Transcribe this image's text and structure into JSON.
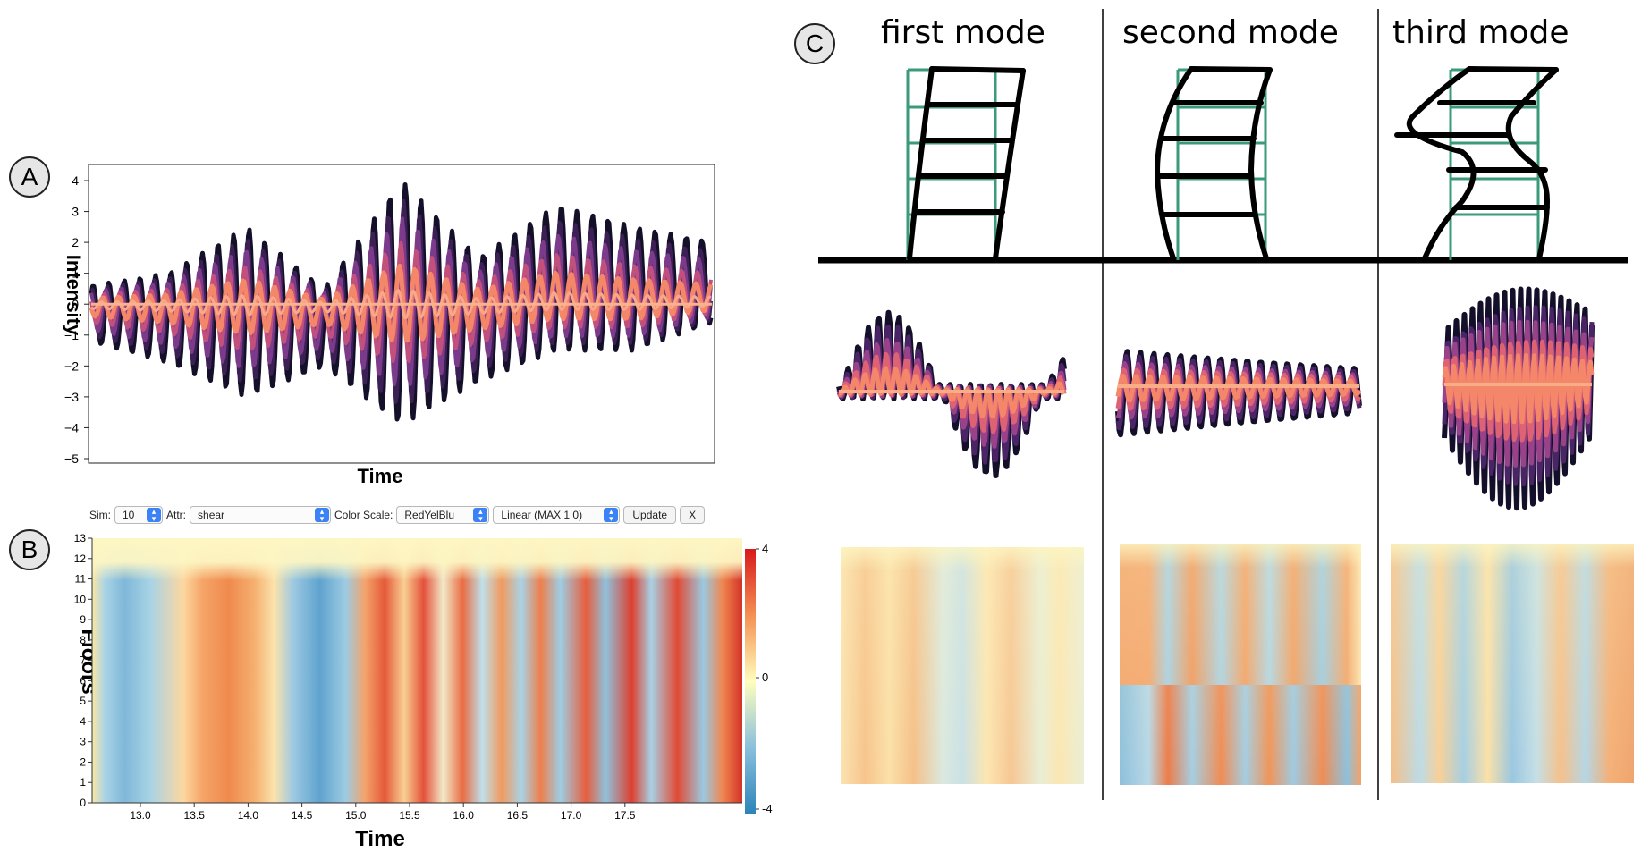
{
  "panels": {
    "a_label": "A",
    "b_label": "B",
    "c_label": "C"
  },
  "toolbar": {
    "sim_label": "Sim:",
    "sim_value": "10",
    "attr_label": "Attr:",
    "attr_value": "shear",
    "color_scale_label": "Color Scale:",
    "color_scale_value": "RedYelBlu",
    "scale_mode_value": "Linear (MAX 1 0)",
    "update_label": "Update",
    "close_label": "X"
  },
  "modes": {
    "first": "first mode",
    "second": "second mode",
    "third": "third mode"
  },
  "colors": {
    "frame_green": "#3a9a7a",
    "wave_dark": "#1a1030",
    "wave_mid": "#7b3a8a",
    "wave_light": "#f4866a",
    "heat_red": "#d7301f",
    "heat_yellow": "#fdf6c3",
    "heat_blue": "#2c7bb6"
  },
  "chart_data": [
    {
      "type": "line",
      "xlabel": "Time",
      "ylabel": "Intensity",
      "ylim": [
        -5,
        4.5
      ],
      "yticks": [
        "4",
        "3",
        "2",
        "1",
        "0",
        "−1",
        "−2",
        "−3",
        "−4",
        "−5"
      ],
      "series_note_colors": [
        "wave_dark",
        "wave_mid",
        "wave_light"
      ],
      "envelope_peaks": [
        0.6,
        1.0,
        2.5,
        0.5,
        4.0,
        1.5,
        3.2,
        2.5,
        2.0
      ],
      "envelope_troughs": [
        -1.2,
        -1.9,
        -3.0,
        -2.0,
        -3.9,
        -2.5,
        -1.5,
        -1.5,
        -0.6
      ]
    },
    {
      "type": "heatmap",
      "xlabel": "Time",
      "ylabel": "Floors",
      "xticks": [
        "13.0",
        "13.5",
        "14.0",
        "14.5",
        "15.0",
        "15.5",
        "16.0",
        "16.5",
        "17.0",
        "17.5"
      ],
      "yticks": [
        "13",
        "12",
        "11",
        "10",
        "9",
        "8",
        "7",
        "6",
        "5",
        "4",
        "3",
        "2",
        "1",
        "0"
      ],
      "colorbar_ticks": [
        "4",
        "0",
        "-4"
      ],
      "colorbar_range": [
        -4,
        4
      ]
    }
  ]
}
